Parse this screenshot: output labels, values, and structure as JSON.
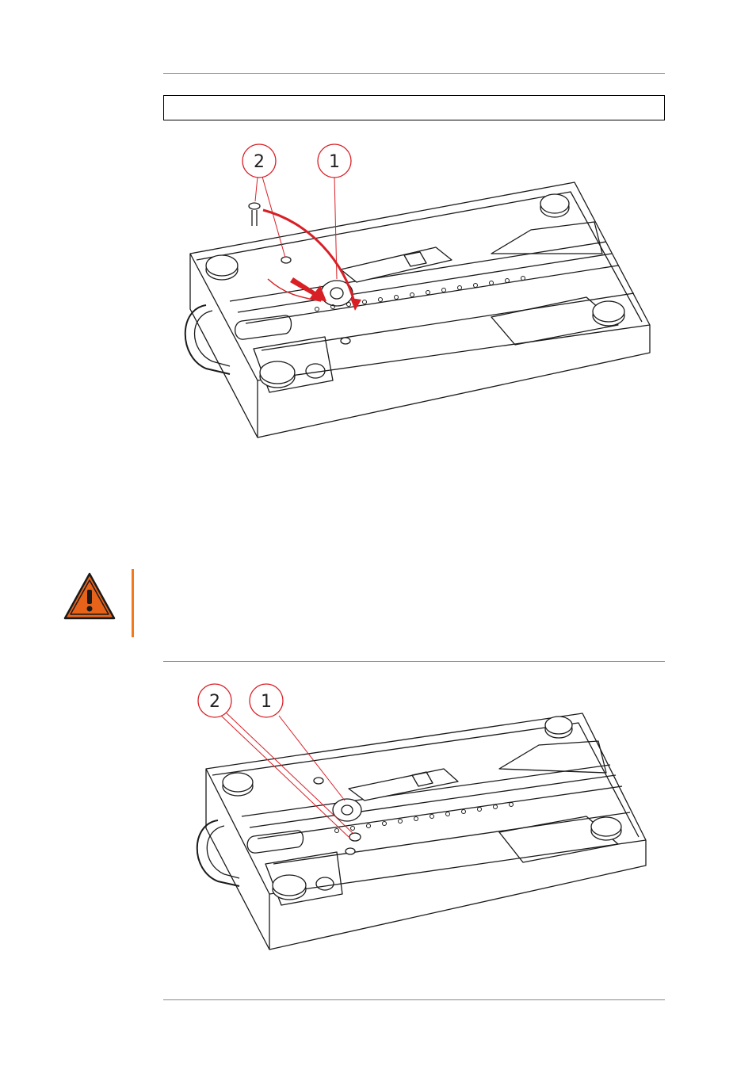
{
  "colors": {
    "callout": "#d91f26",
    "warning_orange": "#e8631a",
    "warning_bar": "#f07a1d",
    "rule": "#8a8a8a",
    "drawing": "#1a1a1a"
  },
  "figure_top": {
    "callouts": [
      {
        "label": "2"
      },
      {
        "label": "1"
      }
    ]
  },
  "figure_bottom": {
    "callouts": [
      {
        "label": "2"
      },
      {
        "label": "1"
      }
    ]
  },
  "warning": {
    "icon": "warning-triangle-icon"
  }
}
